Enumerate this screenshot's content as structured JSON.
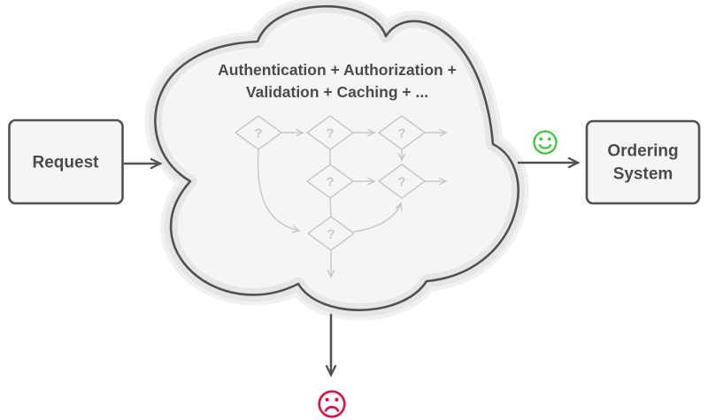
{
  "nodes": {
    "request": {
      "label": "Request"
    },
    "ordering_system": {
      "line1": "Ordering",
      "line2": "System"
    }
  },
  "cloud": {
    "label_line1": "Authentication + Authorization +",
    "label_line2": "Validation + Caching + ...",
    "question_mark": "?"
  },
  "icons": {
    "happy_face": "happy-smiley-icon",
    "sad_face": "sad-smiley-icon",
    "arrowhead": "open-arrowhead-icon"
  },
  "colors": {
    "background": "#ffffff",
    "outline_dark": "#515151",
    "text_dark": "#4b4b4b",
    "node_fill": "#f5f5f5",
    "cloud_band": "#e6e6e6",
    "cloud_halo": "#f1f1f1",
    "flow_gray": "#c9c9c9",
    "happy_green": "#3fc43f",
    "sad_red": "#d5164a"
  }
}
